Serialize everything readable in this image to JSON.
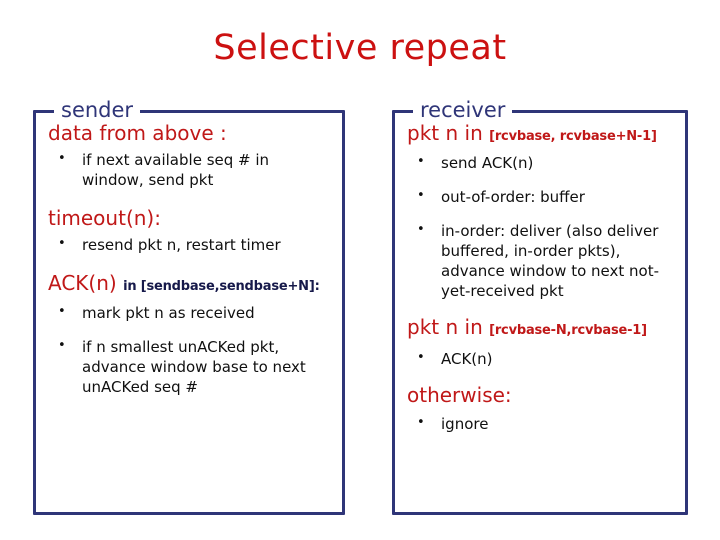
{
  "slide": {
    "title": "Selective repeat",
    "title_color": "#cc1111",
    "border_color": "#2f3578",
    "heading_color": "#c01818",
    "body_color": "#101010"
  },
  "sender": {
    "legend": "sender",
    "sections": [
      {
        "heading": "data from above :",
        "heading_suffix": "",
        "heading_suffix_style": "",
        "bullets": [
          "if next available seq # in window, send pkt"
        ]
      },
      {
        "heading": "timeout(n):",
        "heading_suffix": "",
        "heading_suffix_style": "",
        "bullets": [
          "resend pkt n, restart timer"
        ]
      },
      {
        "heading": "ACK(n)",
        "heading_suffix": "in [sendbase,sendbase+N]:",
        "heading_suffix_style": "navy",
        "bullets": [
          "mark pkt n as received",
          "if n smallest unACKed pkt, advance window base to next unACKed seq #"
        ]
      }
    ]
  },
  "receiver": {
    "legend": "receiver",
    "sections": [
      {
        "heading": "pkt n in",
        "heading_suffix": "[rcvbase, rcvbase+N-1]",
        "heading_suffix_style": "red",
        "bullets": [
          "send ACK(n)",
          "out-of-order: buffer",
          "in-order: deliver (also deliver buffered, in-order pkts), advance window to next not-yet-received pkt"
        ]
      },
      {
        "heading": "pkt n in",
        "heading_suffix": "[rcvbase-N,rcvbase-1]",
        "heading_suffix_style": "red",
        "bullets": [
          "ACK(n)"
        ]
      },
      {
        "heading": "otherwise:",
        "heading_suffix": "",
        "heading_suffix_style": "",
        "bullets": [
          "ignore"
        ]
      }
    ]
  }
}
